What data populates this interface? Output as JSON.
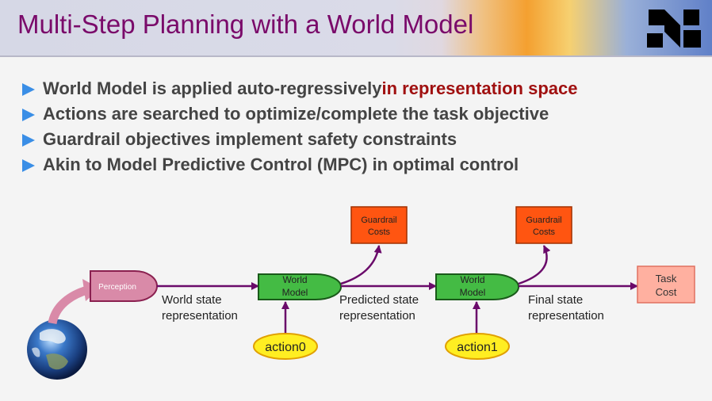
{
  "title": "Multi-Step Planning with a World Model",
  "bullets": [
    {
      "text": "World Model is applied auto-regressively ",
      "highlight": "in representation space"
    },
    {
      "text": "Actions are searched to optimize/complete the task objective",
      "highlight": ""
    },
    {
      "text": "Guardrail objectives implement safety constraints",
      "highlight": ""
    },
    {
      "text": "Akin to Model Predictive Control (MPC) in optimal control",
      "highlight": ""
    }
  ],
  "diagram": {
    "perception": "Perception",
    "world_model_1": [
      "World",
      "Model"
    ],
    "world_model_2": [
      "World",
      "Model"
    ],
    "guardrail_1": [
      "Guardrail",
      "Costs"
    ],
    "guardrail_2": [
      "Guardrail",
      "Costs"
    ],
    "task_cost": [
      "Task",
      "Cost"
    ],
    "action0": "action0",
    "action1": "action1",
    "label_world_state": [
      "World state",
      "representation"
    ],
    "label_predicted_state": [
      "Predicted state",
      "representation"
    ],
    "label_final_state": [
      "Final state",
      "representation"
    ]
  },
  "colors": {
    "title": "#7a0a6a",
    "highlight": "#a01010",
    "bullet_marker": "#3a8ee6",
    "arrow": "#6a0a6a",
    "world_model_fill": "#44bb44",
    "guardrail_fill": "#ff5511",
    "task_cost_fill": "#ffb0a0",
    "action_fill": "#ffee22",
    "perception_fill": "#d98aa8"
  }
}
